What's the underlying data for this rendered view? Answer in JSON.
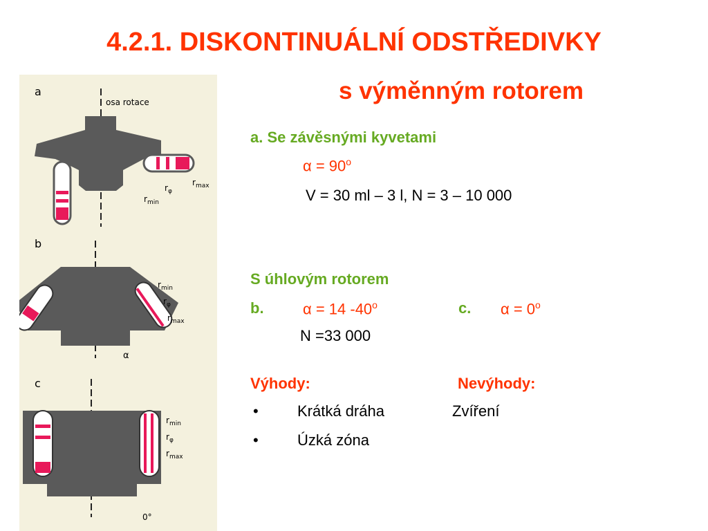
{
  "title": "4.2.1. DISKONTINUÁLNÍ ODSTŘEDIVKY",
  "subtitle": "s výměnným rotorem",
  "section_a": {
    "heading": "a. Se závěsnými kyvetami",
    "angle": "α = 90",
    "angle_sup": "o",
    "params": "V = 30 ml – 3 l, N = 3 – 10 000"
  },
  "section_angle": {
    "heading": "S úhlovým rotorem",
    "b_label": "b.",
    "b_angle": "α = 14 -40",
    "b_sup": "o",
    "c_label": "c.",
    "c_angle": "α = 0",
    "c_sup": "o",
    "rpm": "N =33 000"
  },
  "pros_cons": {
    "pros_heading": "Výhody:",
    "cons_heading": "Nevýhody:",
    "rows": [
      {
        "bullet": "•",
        "pro": "Krátká dráha",
        "con": "Zvíření"
      },
      {
        "bullet": "•",
        "pro": "Úzká zóna",
        "con": ""
      }
    ]
  },
  "figure": {
    "panel_a": "a",
    "panel_b": "b",
    "panel_c": "c",
    "axis_label": "osa rotace",
    "r_min": "r",
    "r_min_sub": "min",
    "r_phi": "r",
    "r_phi_sub": "φ",
    "r_max": "r",
    "r_max_sub": "max",
    "alpha_symbol": "α",
    "zero_deg": "0°"
  },
  "colors": {
    "title": "#ff3300",
    "green": "#66aa22",
    "tube_band": "#e8195a",
    "rotor": "#5a5a5a"
  }
}
